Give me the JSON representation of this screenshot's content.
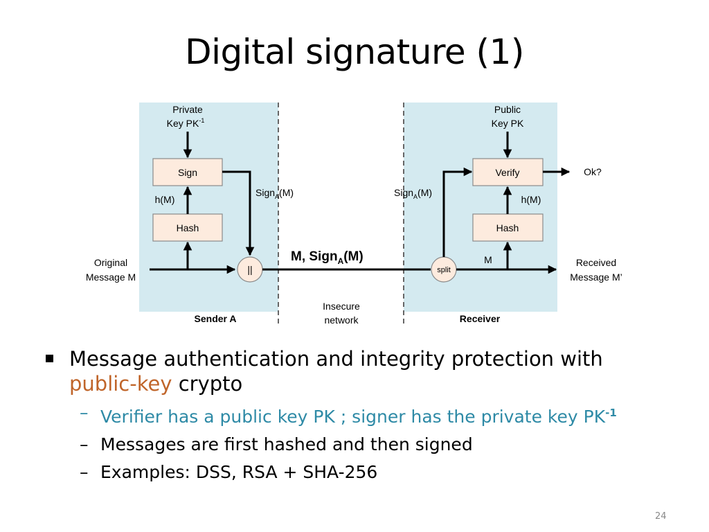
{
  "slide": {
    "title": "Digital signature (1)",
    "page_number": "24"
  },
  "diagram": {
    "sender_panel_label": "Sender A",
    "receiver_panel_label": "Receiver",
    "network_label_line1": "Insecure",
    "network_label_line2": "network",
    "private_key_line1": "Private",
    "private_key_line2": "Key PK",
    "private_key_sup": "-1",
    "public_key_line1": "Public",
    "public_key_line2": "Key PK",
    "sign_box": "Sign",
    "hash_box_sender": "Hash",
    "verify_box": "Verify",
    "hash_box_receiver": "Hash",
    "concat_symbol": "||",
    "split_symbol": "split",
    "hm_sender": "h(M)",
    "hm_receiver": "h(M)",
    "sign_a_sender_main": "Sign",
    "sign_a_sender_sub": "A",
    "sign_a_sender_tail": "(M)",
    "sign_a_receiver_main": "Sign",
    "sign_a_receiver_sub": "A",
    "sign_a_receiver_tail": "(M)",
    "wire_label_main": "M, Sign",
    "wire_label_sub": "A",
    "wire_label_tail": "(M)",
    "original_line1": "Original",
    "original_line2": "Message M",
    "received_line1": "Received",
    "received_line2": "Message M’",
    "m_label": "M",
    "ok_label": "Ok?"
  },
  "bullets": {
    "main_part1": "Message authentication and integrity protection with",
    "main_accent": "public-key",
    "main_part2": " crypto",
    "sub1_text": "Verifier has a public key PK ; signer has the private key PK",
    "sub1_sup": "-1",
    "sub2_text": "Messages are first hashed and then signed",
    "sub3_text": "Examples: DSS, RSA + SHA-256"
  },
  "colors": {
    "panel_fill": "#d4eaf0",
    "box_fill": "#fdebde",
    "accent_orange": "#c0652a",
    "teal_text": "#2e8aa6"
  }
}
